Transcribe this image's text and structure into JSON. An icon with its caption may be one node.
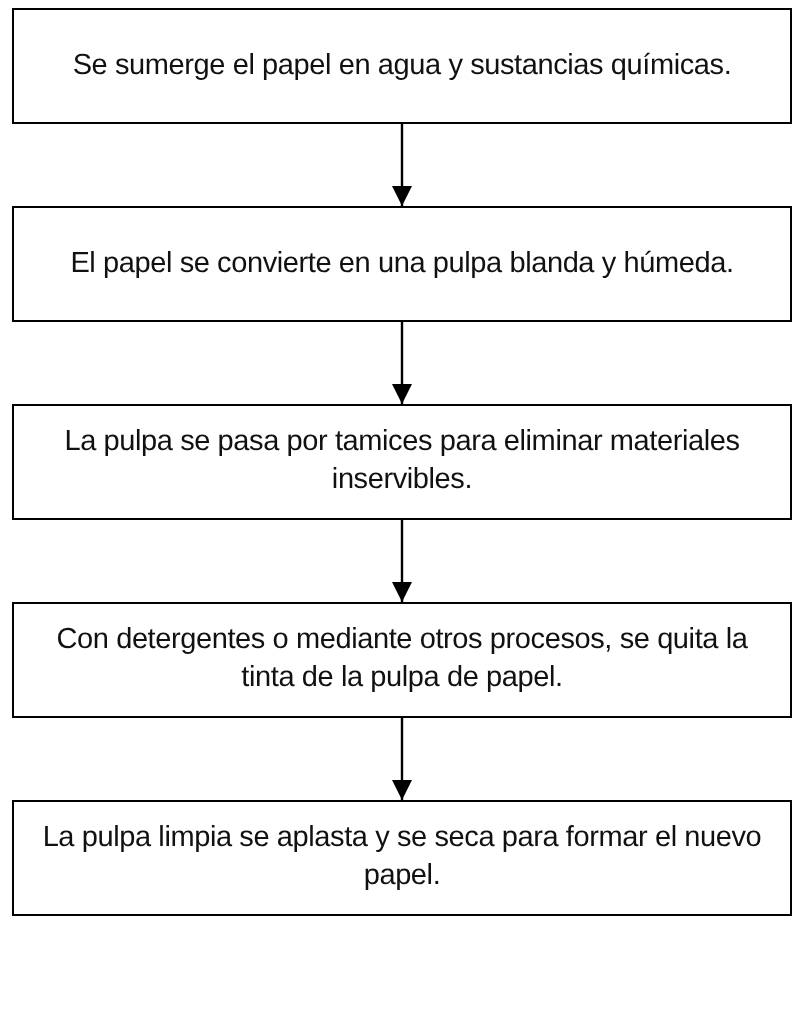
{
  "diagram": {
    "nodes": [
      {
        "text": [
          "Se sumerge el papel en agua y sustancias químicas."
        ]
      },
      {
        "text": [
          "El papel se convierte en una pulpa blanda y húmeda."
        ]
      },
      {
        "text": [
          "La pulpa se pasa por tamices para eliminar materiales inservibles."
        ]
      },
      {
        "text": [
          "Con detergentes o mediante otros procesos, se quita la tinta de la pulpa de papel."
        ]
      },
      {
        "text": [
          "La pulpa limpia se aplasta y se seca para formar el nuevo papel."
        ]
      }
    ],
    "edges": [
      {
        "from": 0,
        "to": 1,
        "arrow": "to"
      },
      {
        "from": 1,
        "to": 2,
        "arrow": "to"
      },
      {
        "from": 2,
        "to": 3,
        "arrow": "to"
      },
      {
        "from": 3,
        "to": 4,
        "arrow": "to"
      }
    ]
  }
}
